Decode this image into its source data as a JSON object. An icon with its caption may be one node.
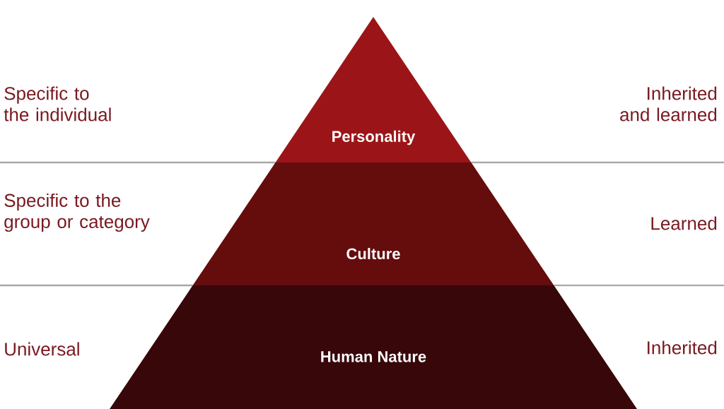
{
  "diagram": {
    "nodes": [
      {
        "text": [
          "Personality"
        ]
      },
      {
        "text": [
          "Culture"
        ]
      },
      {
        "text": [
          "Human Nature"
        ]
      }
    ],
    "labels": [
      "Specific to the individual",
      "Inherited and learned",
      "Specific to the group or category",
      "Learned",
      "Universal",
      "Inherited"
    ]
  }
}
